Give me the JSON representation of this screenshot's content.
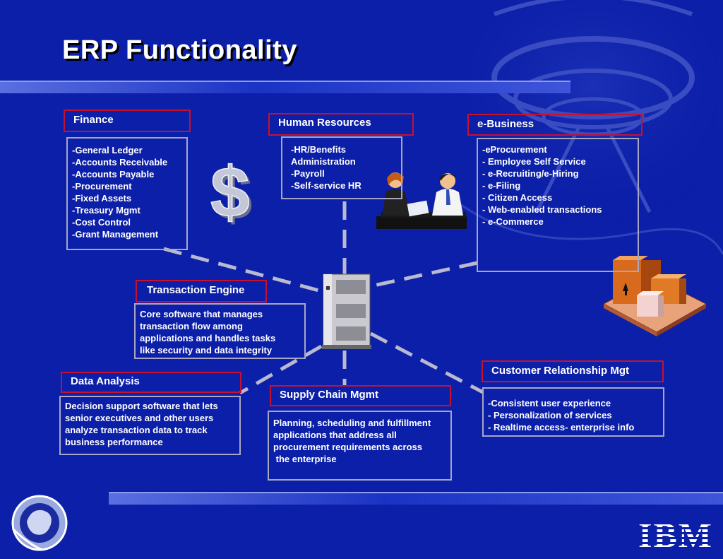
{
  "title": "ERP Functionality",
  "finance": {
    "label": "Finance",
    "items": [
      "-General Ledger",
      "-Accounts Receivable",
      "-Accounts Payable",
      "-Procurement",
      "-Fixed Assets",
      "-Treasury Mgmt",
      "-Cost Control",
      "-Grant Management"
    ]
  },
  "hr": {
    "label": "Human Resources",
    "items": [
      "-HR/Benefits",
      "Administration",
      "-Payroll",
      "-Self-service HR"
    ]
  },
  "ebusiness": {
    "label": "e-Business",
    "items": [
      "-eProcurement",
      "- Employee Self Service",
      "- e-Recruiting/e-Hiring",
      "- e-Filing",
      "- Citizen Access",
      "- Web-enabled transactions",
      "- e-Commerce"
    ]
  },
  "transaction": {
    "label": "Transaction Engine",
    "items": [
      "Core software that manages",
      "transaction flow among",
      "applications and handles tasks",
      "like security and data integrity"
    ]
  },
  "data_analysis": {
    "label": "Data Analysis",
    "items": [
      "Decision support software that lets",
      "senior executives and other users",
      "analyze transaction data to track",
      "business performance"
    ]
  },
  "supply_chain": {
    "label": "Supply Chain Mgmt",
    "items": [
      "Planning, scheduling and fulfillment",
      "applications that address all",
      "procurement requirements across",
      " the enterprise"
    ]
  },
  "crm": {
    "label": "Customer Relationship Mgt",
    "items": [
      "-Consistent user experience",
      "- Personalization of services",
      "- Realtime access- enterprise info"
    ]
  },
  "dollar_symbol": "$",
  "ibm_logo": "IBM",
  "icons": [
    "dollar-icon",
    "meeting-people-icon",
    "server-icon",
    "boxes-icon",
    "city-seal-icon",
    "ibm-logo-icon"
  ],
  "colors": {
    "background": "#0c1fa8",
    "label_border": "#c8102e",
    "box_border": "#a7a7c4",
    "connector": "#b9b9cf"
  }
}
